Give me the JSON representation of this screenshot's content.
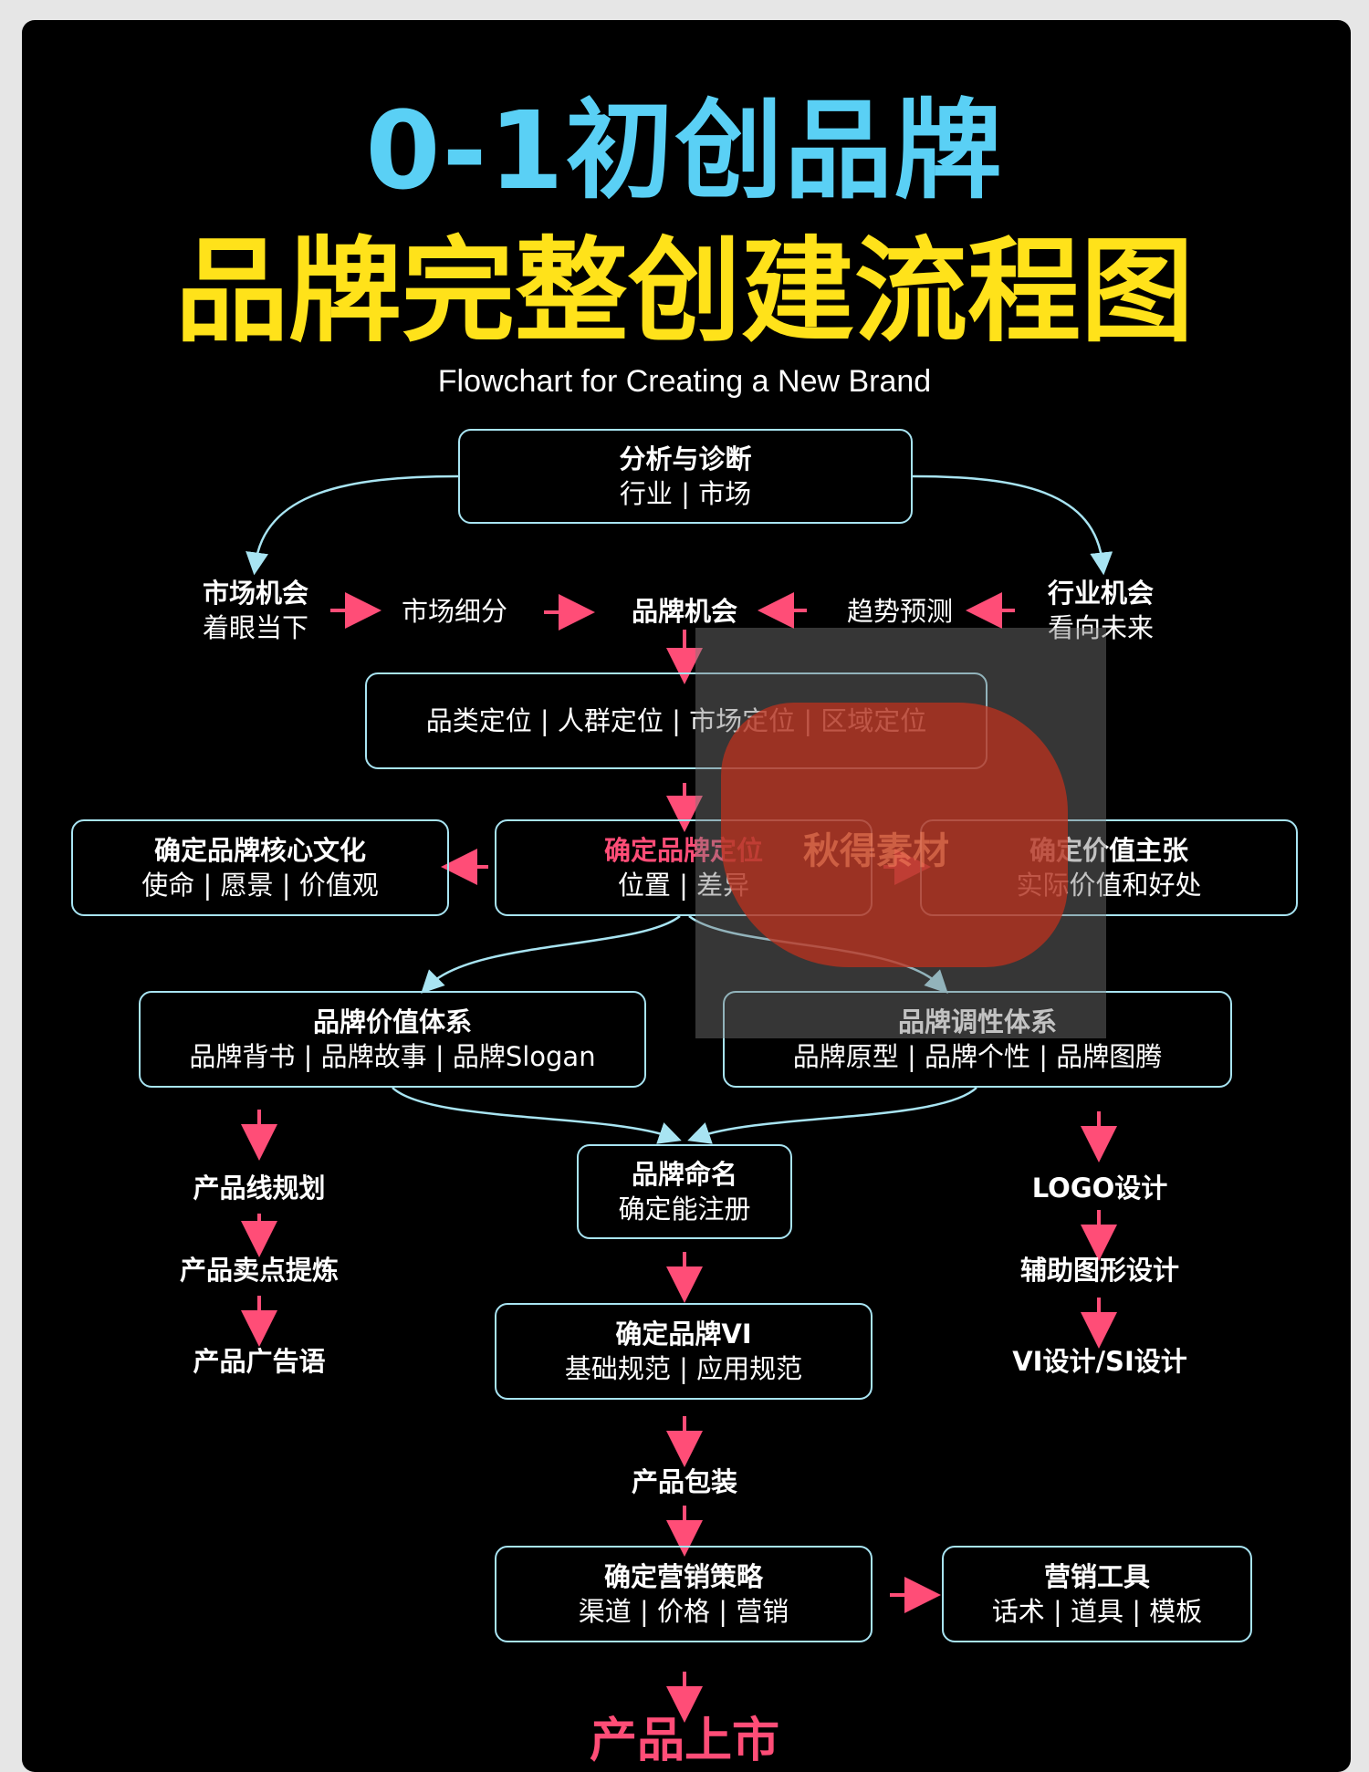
{
  "title_line1": "0-1初创品牌",
  "title_line2": "品牌完整创建流程图",
  "subtitle": "Flowchart for Creating a New Brand",
  "analysis": {
    "title": "分析与诊断",
    "sub": "行业 | 市场"
  },
  "market_opportunity": {
    "title": "市场机会",
    "sub": "着眼当下"
  },
  "market_segment": "市场细分",
  "brand_opportunity": "品牌机会",
  "trend_forecast": "趋势预测",
  "industry_opportunity": {
    "title": "行业机会",
    "sub": "看向未来"
  },
  "positioning_types": "品类定位 | 人群定位 | 市场定位 | 区域定位",
  "core_culture": {
    "title": "确定品牌核心文化",
    "sub": "使命 | 愿景 | 价值观"
  },
  "brand_position": {
    "title": "确定品牌定位",
    "sub": "位置 | 差异"
  },
  "value_proposition": {
    "title": "确定价值主张",
    "sub": "实际价值和好处"
  },
  "value_system": {
    "title": "品牌价值体系",
    "sub": "品牌背书 | 品牌故事 | 品牌Slogan"
  },
  "tone_system": {
    "title": "品牌调性体系",
    "sub": "品牌原型 | 品牌个性 | 品牌图腾"
  },
  "product_line": [
    "产品线规划",
    "产品卖点提炼",
    "产品广告语"
  ],
  "naming": {
    "title": "品牌命名",
    "sub": "确定能注册"
  },
  "design_line": [
    "LOGO设计",
    "辅助图形设计",
    "VI设计/SI设计"
  ],
  "vi": {
    "title": "确定品牌VI",
    "sub": "基础规范 | 应用规范"
  },
  "packaging": "产品包装",
  "marketing_strategy": {
    "title": "确定营销策略",
    "sub": "渠道 | 价格 | 营销"
  },
  "marketing_tools": {
    "title": "营销工具",
    "sub": "话术 | 道具 | 模板"
  },
  "launch": "产品上市",
  "watermark_text": "秋得素材",
  "colors": {
    "title_blue": "#5ad0f5",
    "title_yellow": "#ffe21a",
    "accent_pink": "#ff4d77",
    "box_border": "#a8e4f2",
    "background": "#000000"
  }
}
